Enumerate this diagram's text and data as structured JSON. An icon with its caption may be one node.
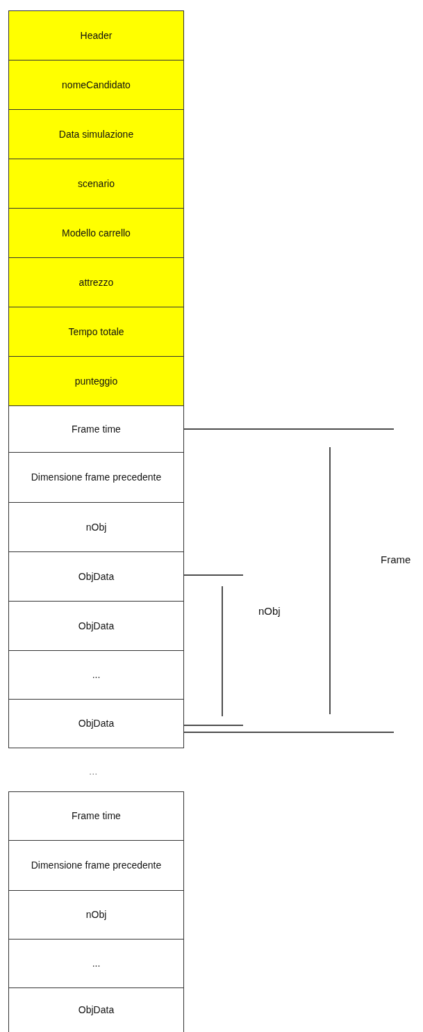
{
  "diagram": {
    "nodes": [
      {
        "text": [
          "Header"
        ]
      },
      {
        "text": [
          "nomeCandidato"
        ]
      },
      {
        "text": [
          "Data simulazione"
        ]
      },
      {
        "text": [
          "scenario"
        ]
      },
      {
        "text": [
          "Modello carrello"
        ]
      },
      {
        "text": [
          "attrezzo"
        ]
      },
      {
        "text": [
          "Tempo totale"
        ]
      },
      {
        "text": [
          "punteggio"
        ]
      },
      {
        "text": [
          "Frame time"
        ]
      },
      {
        "text": [
          "Dimensione frame precedente"
        ]
      },
      {
        "text": [
          "nObj"
        ]
      },
      {
        "text": [
          "ObjData"
        ]
      },
      {
        "text": [
          "ObjData"
        ]
      },
      {
        "text": [
          "..."
        ]
      },
      {
        "text": [
          "ObjData"
        ]
      },
      {
        "text": [
          "Frame time"
        ]
      },
      {
        "text": [
          "Dimensione frame precedente"
        ]
      },
      {
        "text": [
          "nObj"
        ]
      },
      {
        "text": [
          "..."
        ]
      },
      {
        "text": [
          "ObjData"
        ]
      }
    ],
    "labels": [
      "Frame",
      "nObj",
      "..."
    ]
  }
}
